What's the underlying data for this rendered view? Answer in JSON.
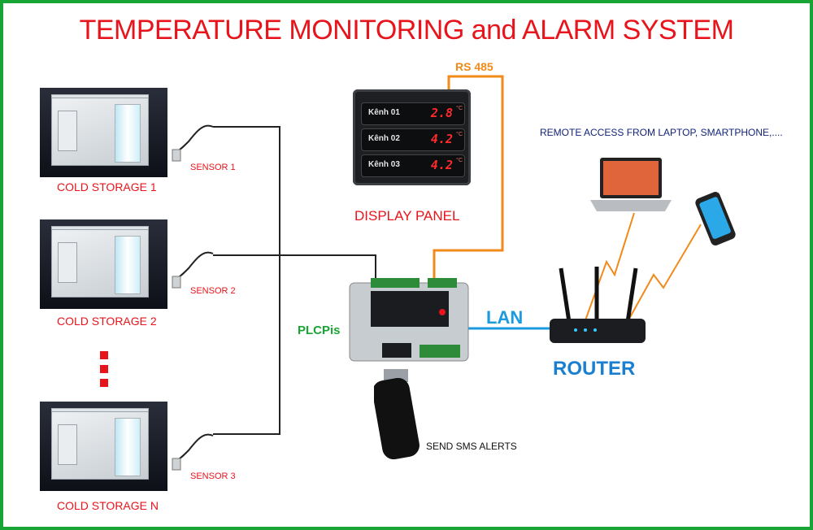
{
  "title": "TEMPERATURE MONITORING and ALARM SYSTEM",
  "storages": [
    {
      "label": "COLD STORAGE 1",
      "sensor": "SENSOR 1"
    },
    {
      "label": "COLD STORAGE 2",
      "sensor": "SENSOR 2"
    },
    {
      "label": "COLD STORAGE N",
      "sensor": "SENSOR 3"
    }
  ],
  "display_panel": {
    "label": "DISPLAY PANEL",
    "rows": [
      {
        "channel": "Kênh 01",
        "value": "2.8",
        "unit": "°C"
      },
      {
        "channel": "Kênh 02",
        "value": "4.2",
        "unit": "°C"
      },
      {
        "channel": "Kênh 03",
        "value": "4.2",
        "unit": "°C"
      }
    ]
  },
  "rs485_label": "RS 485",
  "plc_label": "PLCPis",
  "lan_label": "LAN",
  "router_label": "ROUTER",
  "remote_label": "REMOTE ACCESS FROM LAPTOP, SMARTPHONE,....",
  "sms_label": "SEND SMS ALERTS",
  "colors": {
    "title": "#e8141b",
    "border": "#19a535",
    "rs485": "#f08a1a",
    "lan": "#1a9be0",
    "router": "#1a7fd1",
    "remote": "#12237a",
    "wireless": "#f08a1a"
  }
}
